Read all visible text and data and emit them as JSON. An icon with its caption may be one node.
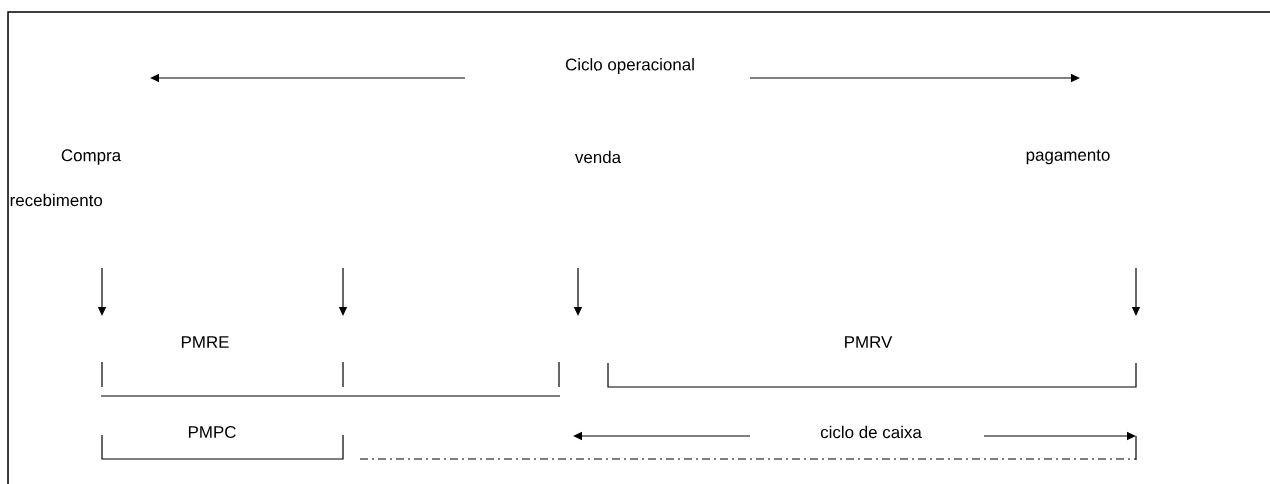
{
  "diagram": {
    "labels": [
      "Ciclo operacional",
      "Compra",
      "venda",
      "pagamento",
      "recebimento",
      "PMRE",
      "PMRV",
      "PMPC",
      "ciclo de caixa"
    ]
  }
}
